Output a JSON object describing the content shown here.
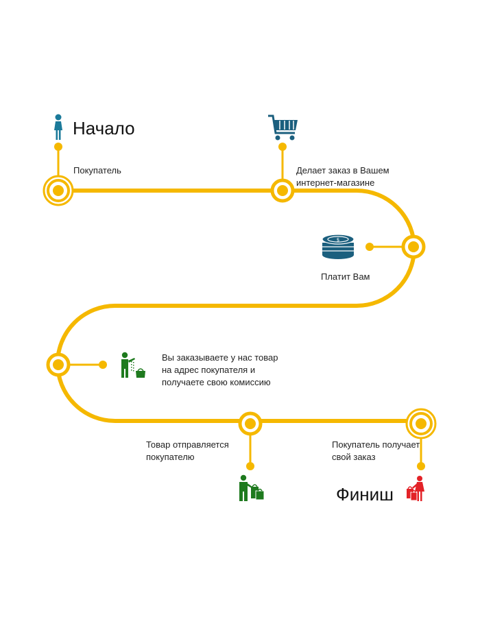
{
  "colors": {
    "path": "#F5B800",
    "start_person": "#1B7A9A",
    "cart": "#1B5F7E",
    "coins": "#1B5F7E",
    "green_icons": "#1E7A1E",
    "finish_person": "#E32227"
  },
  "start": {
    "title": "Начало",
    "icon": "woman-icon"
  },
  "finish": {
    "title": "Финиш",
    "icon": "woman-shopping-bags-icon"
  },
  "steps": [
    {
      "label_lines": [
        "Покупатель"
      ],
      "icon": ""
    },
    {
      "label_lines": [
        "Делает заказ в Вашем",
        "интернет-магазине"
      ],
      "icon": "shopping-cart-icon"
    },
    {
      "label_lines": [
        "Платит Вам"
      ],
      "icon": "coins-stack-icon"
    },
    {
      "label_lines": [
        "Вы заказываете у нас товар",
        "на адрес покупателя и",
        "получаете свою комиссию"
      ],
      "icon": "person-watering-icon"
    },
    {
      "label_lines": [
        "Товар отправляется",
        "покупателю"
      ],
      "icon": "person-with-bags-icon"
    },
    {
      "label_lines": [
        "Покупатель получает",
        "свой заказ"
      ],
      "icon": ""
    }
  ]
}
